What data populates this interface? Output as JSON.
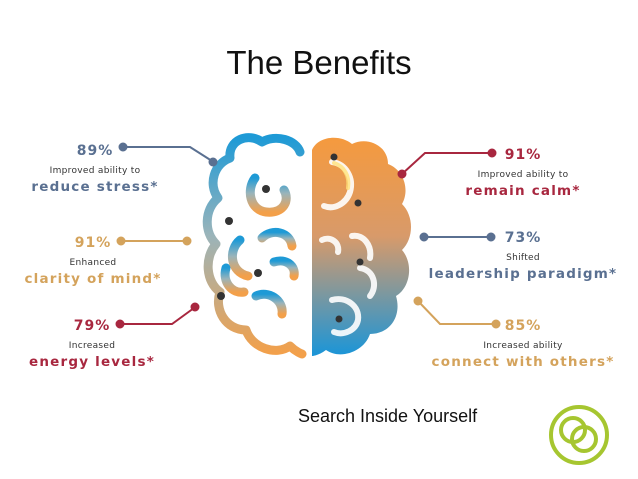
{
  "title": "The Benefits",
  "tagline": "Search Inside Yourself",
  "colors": {
    "blue_gray": "#5a7091",
    "gold": "#d4a35c",
    "crimson": "#a8273f",
    "brain_blue": "#1e9ad6",
    "brain_orange": "#f3a04a",
    "logo_green": "#a6c630"
  },
  "left_stats": [
    {
      "percent": "89%",
      "small": "Improved ability to",
      "big": "reduce stress*",
      "color": "#5a7091"
    },
    {
      "percent": "91%",
      "small": "Enhanced",
      "big": "clarity of mind*",
      "color": "#d4a35c"
    },
    {
      "percent": "79%",
      "small": "Increased",
      "big": "energy levels*",
      "color": "#a8273f"
    }
  ],
  "right_stats": [
    {
      "percent": "91%",
      "small": "Improved ability to",
      "big": "remain calm*",
      "color": "#a8273f"
    },
    {
      "percent": "73%",
      "small": "Shifted",
      "big": "leadership paradigm*",
      "color": "#5a7091"
    },
    {
      "percent": "85%",
      "small": "Increased ability",
      "big": "connect with others*",
      "color": "#d4a35c"
    }
  ]
}
